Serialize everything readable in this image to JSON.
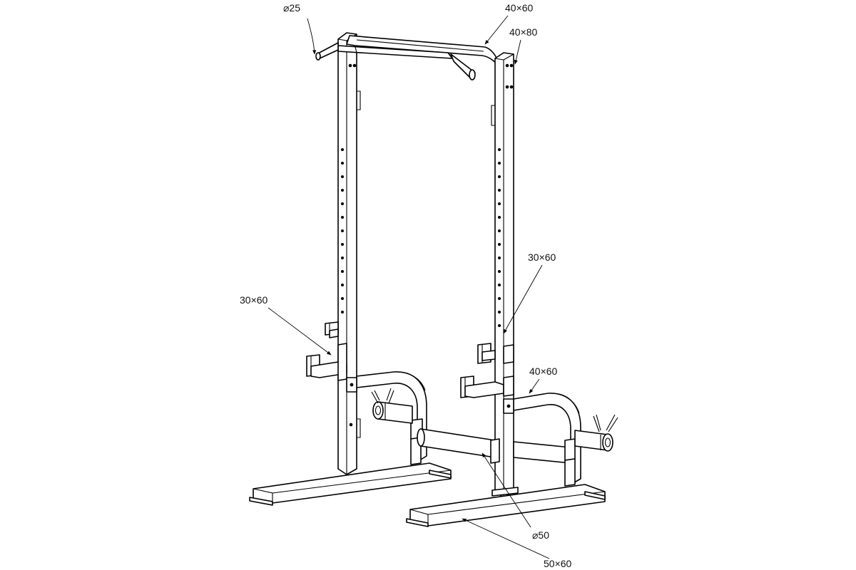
{
  "callouts": {
    "pullup_bar_diameter": "⌀25",
    "top_crossbar_section": "40×60",
    "upright_section": "40×80",
    "right_j_hook_section": "30×60",
    "left_j_hook_section": "30×60",
    "plate_holder_arm_section": "40×60",
    "rear_connector_diameter": "⌀50",
    "base_foot_section": "50×60"
  },
  "colors": {
    "line": "#000000",
    "background": "#ffffff"
  },
  "icons": [
    "rack-drawing",
    "leader-arrow"
  ]
}
